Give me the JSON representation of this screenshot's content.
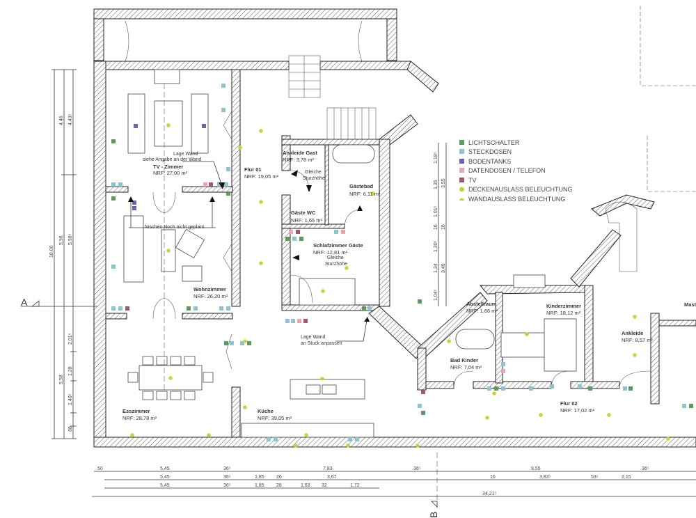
{
  "legend": {
    "items": [
      {
        "label": "LICHTSCHALTER",
        "color": "#5c9a62",
        "shape": "square"
      },
      {
        "label": "STECKDOSEN",
        "color": "#8fc4cc",
        "shape": "square"
      },
      {
        "label": "BODENTANKS",
        "color": "#6a64a8",
        "shape": "square"
      },
      {
        "label": "DATENDOSEN / TELEFON",
        "color": "#e8a4b0",
        "shape": "square"
      },
      {
        "label": "TV",
        "color": "#9a5a70",
        "shape": "square"
      },
      {
        "label": "DECKENAUSLASS BELEUCHTUNG",
        "color": "#c8d23a",
        "shape": "circle"
      },
      {
        "label": "WANDAUSLASS BELEUCHTUNG",
        "color": "#c8d23a",
        "shape": "half-circle"
      }
    ]
  },
  "rooms": {
    "tv": {
      "name": "TV - Zimmer",
      "area": "NRF: 27,00 m²"
    },
    "flur01": {
      "name": "Flur 01",
      "area": "NRF: 19,05 m²"
    },
    "ankleide_gast": {
      "name": "Ankleide Gast",
      "area": "NRF:   3,78 m²"
    },
    "gaestebad": {
      "name": "Gästebad",
      "area": "NRF: 6,11 m²"
    },
    "gaeste_wc": {
      "name": "Gäste WC",
      "area": "NRF: 1,65 m²"
    },
    "schlafzimmer_gaeste": {
      "name": "Schlafzimmer Gäste",
      "area": "NRF:          12,81 m²"
    },
    "wohnzimmer": {
      "name": "Wohnzimmer",
      "area": "NRF: 26,20 m²"
    },
    "esszimmer": {
      "name": "Esszimmer",
      "area": "NRF: 28,78 m²"
    },
    "kueche": {
      "name": "Küche",
      "area": "NRF: 39,05 m²"
    },
    "abstellraum": {
      "name": "Abstellraum",
      "area": "NRF: 1,66 m²"
    },
    "kinderzimmer": {
      "name": "Kinderzimmer",
      "area": "NRF: 18,12 m²"
    },
    "bad_kinder": {
      "name": "Bad Kinder",
      "area": "NRF: 7,04 m²"
    },
    "ankleide": {
      "name": "Ankleide",
      "area": "NRF: 8,57 m²"
    },
    "master": {
      "name": "Maste"
    },
    "flur02": {
      "name": "Flur 02",
      "area": "NRF: 17,02 m²"
    }
  },
  "notes": {
    "lage_wand_1": "Lage Wand",
    "lage_wand_2": "siehe Angabe an der Wand",
    "nischen": "Nischen Noch nicht geplant",
    "sturz_1a": "Gleiche",
    "sturz_1b": "Sturzhöhe",
    "sturz_2a": "Gleiche",
    "sturz_2b": "Sturzhöhe",
    "stuck_1": "Lage Wand",
    "stuck_2": "an Stuck anpassen"
  },
  "section_markers": {
    "a": "A",
    "b": "B"
  },
  "dimensions": {
    "bottom_row1": [
      "50",
      "5,45",
      "36⁵",
      "7,83",
      "36⁵",
      "9,55",
      "36⁵"
    ],
    "bottom_row2": [
      "5,45",
      "36⁵",
      "1,85",
      "26",
      "3,67",
      "16",
      "3,83⁵",
      "53⁵",
      "2,15"
    ],
    "bottom_row3": [
      "5,45",
      "36⁵",
      "1,85",
      "26",
      "1,63",
      "32",
      "1,72"
    ],
    "bottom_total": "34,21⁵",
    "left_total": "18,00",
    "left_row2": [
      "4,46",
      "5,96",
      "5,58"
    ],
    "left_row3": [
      "4,43⁵",
      "5,98⁵",
      "2,01⁵",
      "1,28",
      "1,40⁵",
      "88"
    ],
    "mid_row1": [
      "1,18⁵",
      "1,35",
      "1,01⁵",
      "16",
      "1,30⁵",
      "1,34",
      "1,04⁵"
    ],
    "mid_row2": [
      "3,55",
      "16",
      "3,49"
    ]
  }
}
